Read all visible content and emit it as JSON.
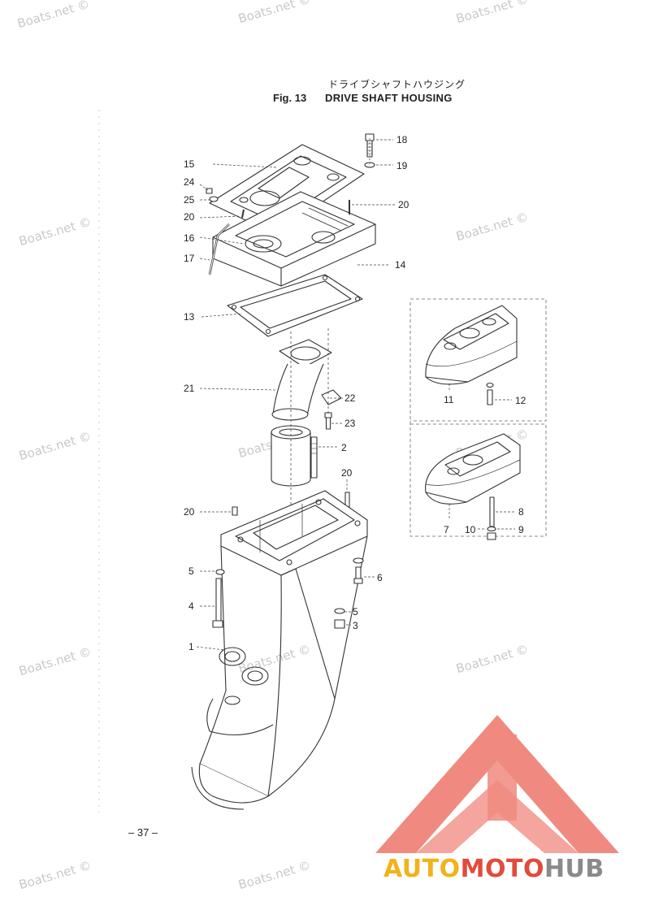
{
  "title": {
    "japanese": "ドライブシャフトハウジング",
    "figure": "Fig. 13",
    "name": "DRIVE SHAFT HOUSING"
  },
  "page_number": "– 37 –",
  "watermark": "Boats.net ©",
  "callouts": [
    "18",
    "19",
    "15",
    "24",
    "25",
    "20",
    "20",
    "16",
    "17",
    "14",
    "13",
    "21",
    "22",
    "23",
    "2",
    "20",
    "20",
    "5",
    "6",
    "4",
    "5",
    "3",
    "1",
    "11",
    "12",
    "8",
    "7",
    "10",
    "9"
  ],
  "logo": {
    "part1": "AUTO",
    "part2": "MOTO",
    "part3": "HUB",
    "colors": {
      "auto": "#f2b21b",
      "moto": "#e24a3b",
      "hub": "#8a8a8a",
      "triangle": "#f08a80"
    }
  }
}
